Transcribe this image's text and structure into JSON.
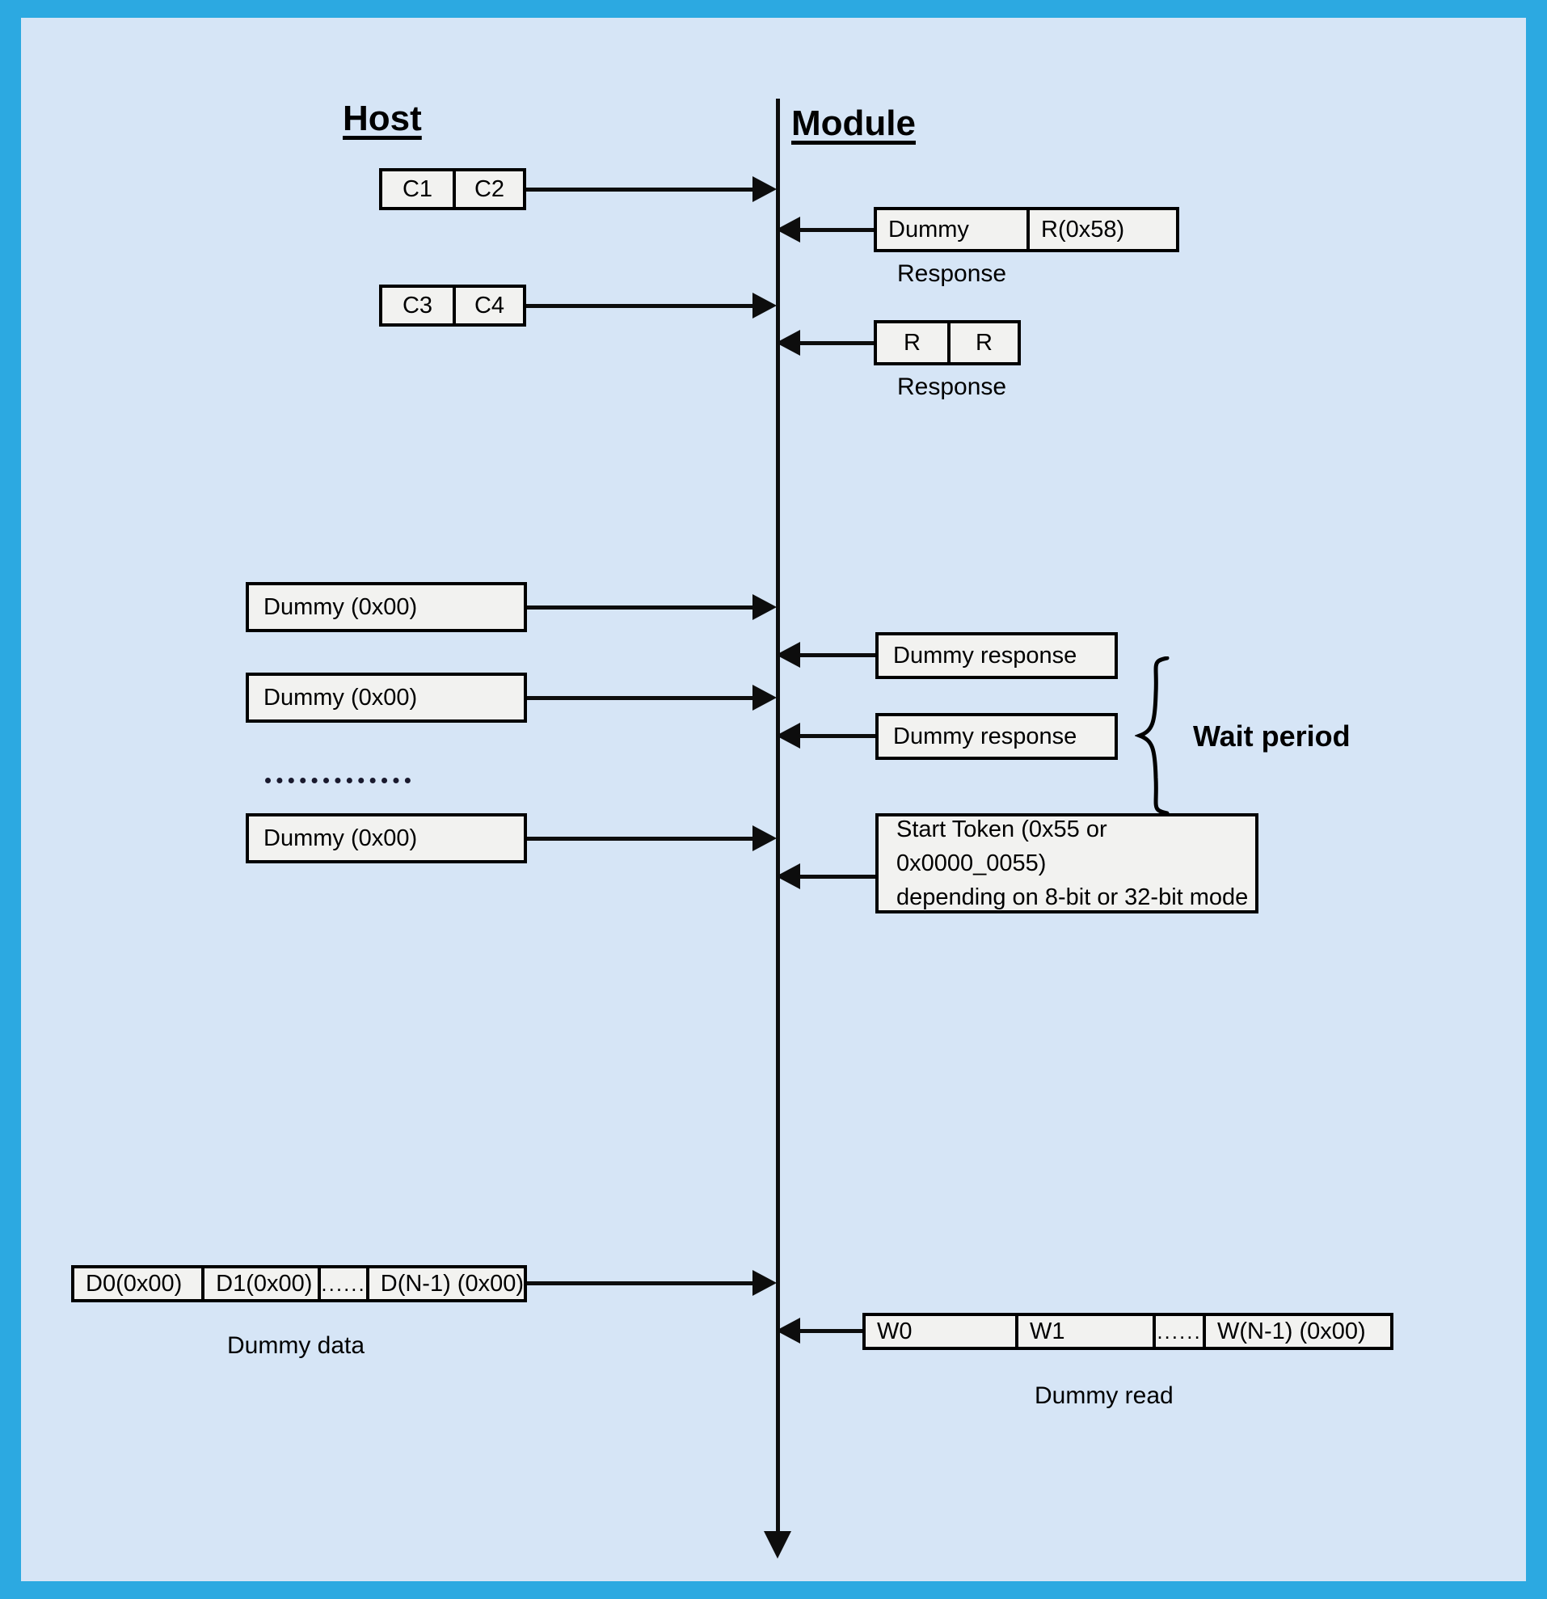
{
  "diagram": {
    "title_host": "Host",
    "title_module": "Module ",
    "frame_color": "#2CA9E1",
    "background_color": "#D6E5F6",
    "box_fill_color": "#F2F2F0",
    "line_color": "#000000"
  },
  "messages": {
    "cmd1": {
      "cells": [
        "C1",
        "C2"
      ]
    },
    "resp1": {
      "cells": [
        "Dummy",
        "R(0x58)"
      ],
      "caption": "Response"
    },
    "cmd2": {
      "cells": [
        "C3",
        "C4"
      ]
    },
    "resp2": {
      "cells": [
        "R",
        "R"
      ],
      "caption": "Response"
    },
    "dummy_host_1": "Dummy (0x00)",
    "dummy_host_2": "Dummy (0x00)",
    "dummy_host_3": "Dummy (0x00)",
    "dummy_resp_1": "Dummy response",
    "dummy_resp_2": "Dummy response",
    "start_token_line1": "Start Token (0x55 or 0x0000_0055)",
    "start_token_line2": "depending on 8-bit or 32-bit mode",
    "wait_period_label": "Wait period",
    "data_row": {
      "cells": [
        "D0(0x00)",
        "D1(0x00)",
        "......",
        "D(N-1) (0x00)"
      ],
      "caption": "Dummy data"
    },
    "read_row": {
      "cells": [
        "W0",
        "W1",
        "......",
        "W(N-1) (0x00)"
      ],
      "caption": "Dummy read"
    }
  },
  "icons": {
    "arrow_right": "arrow-right-icon",
    "arrow_left": "arrow-left-icon",
    "lifeline_arrow": "lifeline-arrow-icon",
    "brace": "curly-brace-icon",
    "ellipsis": "ellipsis-icon"
  }
}
